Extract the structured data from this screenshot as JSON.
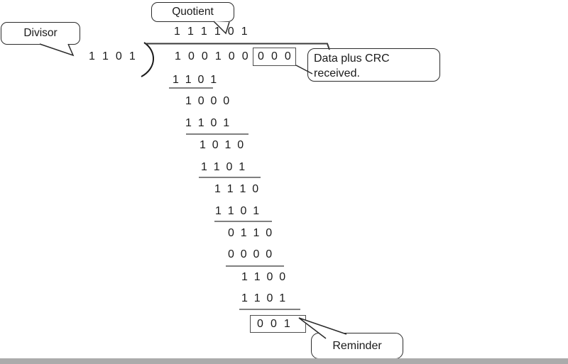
{
  "callouts": {
    "quotient": {
      "label": "Quotient"
    },
    "divisor": {
      "label": "Divisor"
    },
    "data_crc": {
      "line1": "Data plus CRC",
      "line2": "received."
    },
    "remainder": {
      "label": "Reminder"
    }
  },
  "division": {
    "quotient": "1 1 1 1 0 1",
    "divisor": "1 1 0 1",
    "dividend_data": "1 0 0 1 0 0",
    "dividend_crc": "0 0 0",
    "steps": [
      "1 1 0 1",
      "1 0 0 0",
      "1 1 0 1",
      "1 0 1 0",
      "1 1 0 1",
      "1 1 1 0",
      "1 1 0 1",
      "0 1 1 0",
      "0 0 0 0",
      "1 1 0 0",
      "1 1 0 1"
    ],
    "remainder": "0 0 1"
  },
  "colors": {
    "ink": "#1a1a1a",
    "subtraction_line": "#808080",
    "box_border": "#4d4d4d"
  }
}
